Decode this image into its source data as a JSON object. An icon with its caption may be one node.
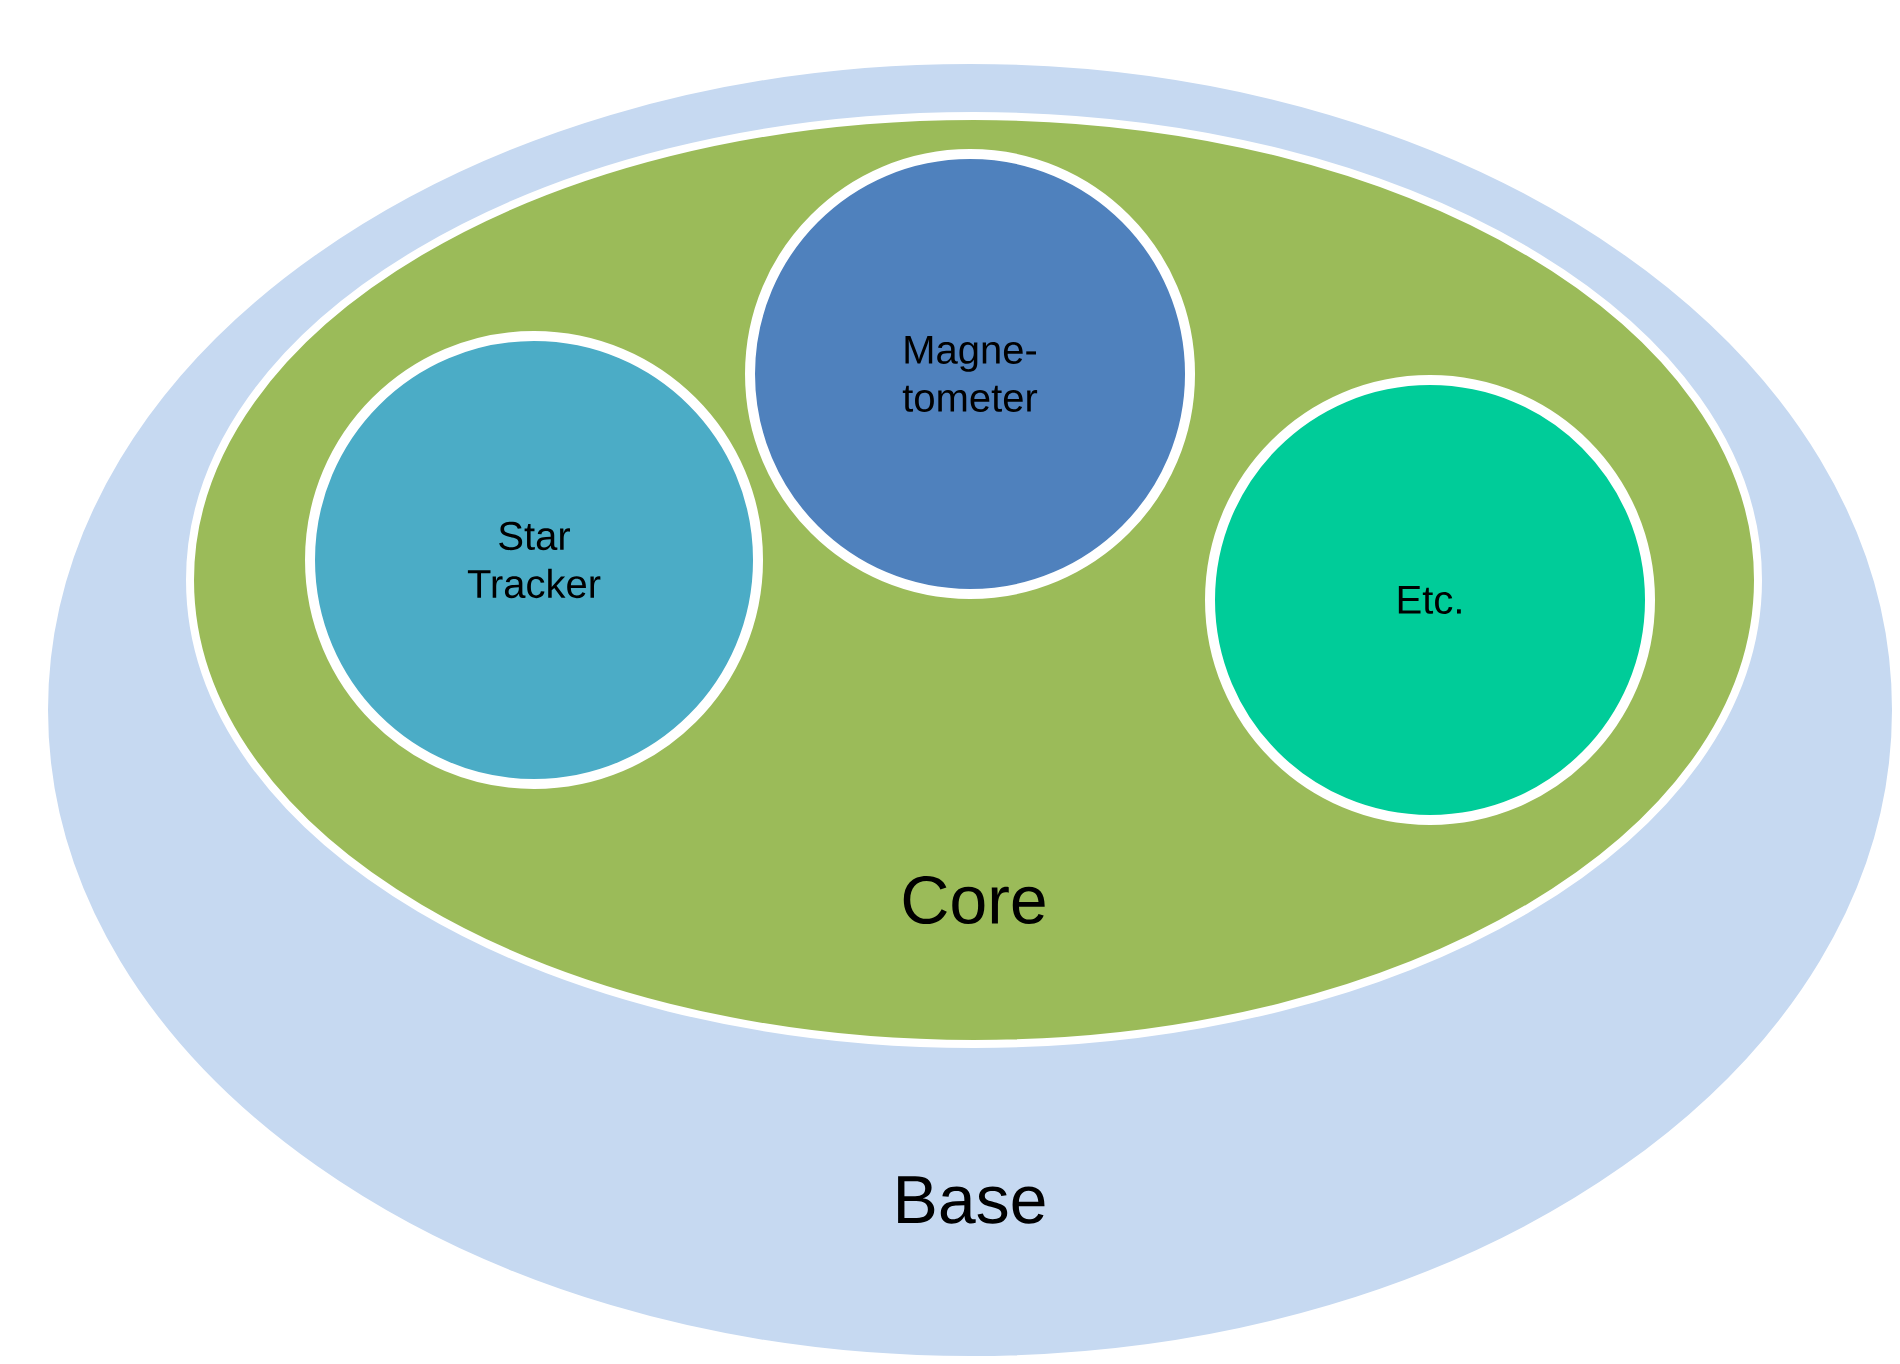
{
  "diagram": {
    "nodes": [
      {
        "text": [
          "Base"
        ]
      },
      {
        "text": [
          "Core"
        ],
        "in": 0
      },
      {
        "text": [
          "Star Tracker"
        ],
        "in": 1
      },
      {
        "text": [
          "Magne- tometer"
        ],
        "in": 1
      },
      {
        "text": [
          "Etc."
        ],
        "in": 1
      }
    ]
  }
}
